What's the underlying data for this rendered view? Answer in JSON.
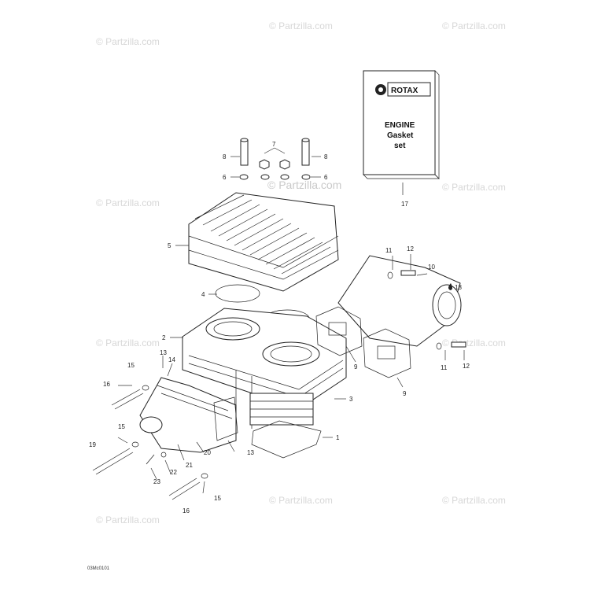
{
  "watermark": "© Partzilla.com",
  "watermark_center": "© Partzilla.com",
  "kit_box": {
    "brand": "ROTAX",
    "line1": "ENGINE",
    "line2": "Gasket",
    "line3": "set"
  },
  "callouts": {
    "c1": "1",
    "c2": "2",
    "c3": "3",
    "c4": "4",
    "c5": "5",
    "c6a": "6",
    "c6b": "6",
    "c7": "7",
    "c8a": "8",
    "c8b": "8",
    "c9a": "9",
    "c9b": "9",
    "c10": "10",
    "c11a": "11",
    "c11b": "11",
    "c12a": "12",
    "c12b": "12",
    "c13a": "13",
    "c13b": "13",
    "c14": "14",
    "c15a": "15",
    "c15b": "15",
    "c15c": "15",
    "c16a": "16",
    "c16b": "16",
    "c17": "17",
    "c18": "18",
    "c19": "19",
    "c20": "20",
    "c21": "21",
    "c22": "22",
    "c23": "23"
  },
  "drawing_code": "03Mc0101",
  "colors": {
    "line": "#222222",
    "watermark": "#d0d0d0",
    "background": "#ffffff"
  }
}
